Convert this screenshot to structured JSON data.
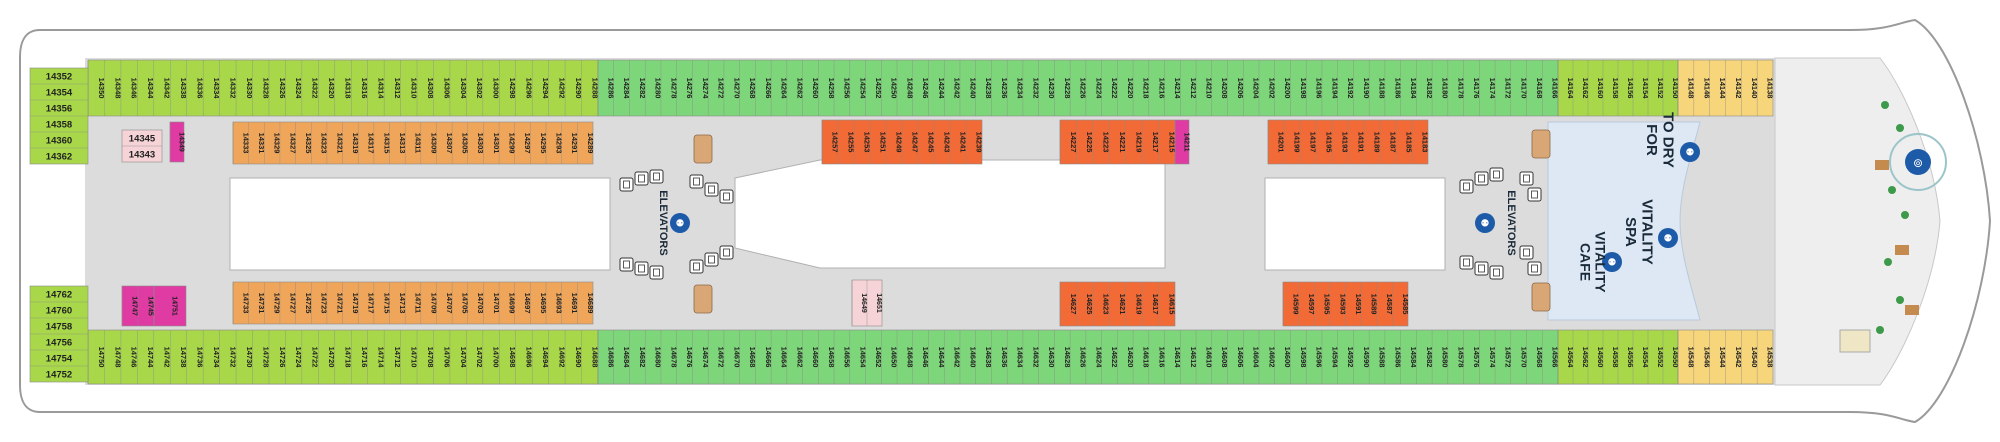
{
  "colors": {
    "balcony": "#a8d84a",
    "ocean_view_green": "#7ed67a",
    "suite": "#f7d57a",
    "interior_orange": "#f0a65a",
    "interior_red": "#f26a36",
    "accessible_magenta": "#e03aa3",
    "pink": "#f6d3d6",
    "spa": "#dde8f4",
    "hull": "#dcdcdc",
    "icon_blue": "#1d5aa8"
  },
  "labels": {
    "elevators_fwd": "ELEVATORS",
    "elevators_aft": "ELEVATORS",
    "to_dry_for": "TO DRY FOR",
    "vitality_spa": "VITALITY SPA",
    "vitality_cafe": "VITALITY CAFE"
  },
  "left_blocks": {
    "top": [
      "14352",
      "14354",
      "14356",
      "14358",
      "14360",
      "14362"
    ],
    "bottom": [
      "14762",
      "14760",
      "14758",
      "14756",
      "14754",
      "14752"
    ]
  },
  "small_cabins": {
    "a": [
      "14345",
      "14343"
    ],
    "b": [
      "14349"
    ],
    "c": [
      "14747",
      "14745"
    ],
    "d": [
      "14751"
    ],
    "e": [
      "14649",
      "14651"
    ]
  },
  "top_row": {
    "lime": [
      "14350",
      "14348",
      "14346",
      "14344",
      "14342",
      "14338",
      "14336",
      "14334",
      "14332",
      "14330",
      "14328",
      "14326",
      "14324",
      "14322",
      "14320",
      "14318",
      "14316",
      "14314",
      "14312",
      "14310",
      "14308",
      "14306",
      "14304",
      "14302",
      "14300",
      "14298",
      "14296",
      "14294",
      "14292",
      "14290",
      "14288"
    ],
    "green": [
      "14286",
      "14284",
      "14282",
      "14280",
      "14278",
      "14276",
      "14274",
      "14272",
      "14270",
      "14268",
      "14266",
      "14264",
      "14262",
      "14260",
      "14258",
      "14256",
      "14254",
      "14252",
      "14250",
      "14248",
      "14246",
      "14244",
      "14242",
      "14240",
      "14238",
      "14236",
      "14234",
      "14232",
      "14230",
      "14228",
      "14226",
      "14224",
      "14222",
      "14220",
      "14218",
      "14216",
      "14214",
      "14212",
      "14210",
      "14208",
      "14206",
      "14204",
      "14202",
      "14200",
      "14198",
      "14196",
      "14194",
      "14192",
      "14190",
      "14188",
      "14186",
      "14184",
      "14182",
      "14180",
      "14178",
      "14176",
      "14174",
      "14172",
      "14170",
      "14168",
      "14166"
    ],
    "lime2": [
      "14164",
      "14162",
      "14160",
      "14158",
      "14156",
      "14154",
      "14152",
      "14150"
    ],
    "suite": [
      "14148",
      "14146",
      "14144",
      "14142",
      "14140",
      "14138"
    ]
  },
  "bottom_row": {
    "lime": [
      "14750",
      "14748",
      "14746",
      "14744",
      "14742",
      "14738",
      "14736",
      "14734",
      "14732",
      "14730",
      "14728",
      "14726",
      "14724",
      "14722",
      "14720",
      "14718",
      "14716",
      "14714",
      "14712",
      "14710",
      "14708",
      "14706",
      "14704",
      "14702",
      "14700",
      "14698",
      "14696",
      "14694",
      "14692",
      "14690",
      "14688"
    ],
    "green": [
      "14686",
      "14684",
      "14682",
      "14680",
      "14678",
      "14676",
      "14674",
      "14672",
      "14670",
      "14668",
      "14666",
      "14664",
      "14662",
      "14660",
      "14658",
      "14656",
      "14654",
      "14652",
      "14650",
      "14648",
      "14646",
      "14644",
      "14642",
      "14640",
      "14638",
      "14636",
      "14634",
      "14632",
      "14630",
      "14628",
      "14626",
      "14624",
      "14622",
      "14620",
      "14618",
      "14616",
      "14614",
      "14612",
      "14610",
      "14608",
      "14606",
      "14604",
      "14602",
      "14600",
      "14598",
      "14596",
      "14594",
      "14592",
      "14590",
      "14588",
      "14586",
      "14584",
      "14582",
      "14580",
      "14578",
      "14576",
      "14574",
      "14572",
      "14570",
      "14568",
      "14566"
    ],
    "lime2": [
      "14564",
      "14562",
      "14560",
      "14558",
      "14556",
      "14554",
      "14552",
      "14550"
    ],
    "suite": [
      "14548",
      "14546",
      "14544",
      "14542",
      "14540",
      "14538"
    ]
  },
  "interior_top": {
    "orange": [
      "14333",
      "14331",
      "14329",
      "14327",
      "14325",
      "14323",
      "14321",
      "14319",
      "14317",
      "14315",
      "14313",
      "14311",
      "14309",
      "14307",
      "14305",
      "14303",
      "14301",
      "14299",
      "14297",
      "14295",
      "14293",
      "14291",
      "14289"
    ],
    "red_a": [
      "14257",
      "14255",
      "14253",
      "14251",
      "14249",
      "14247",
      "14245",
      "14243",
      "14241",
      "14239"
    ],
    "red_b": [
      "14227",
      "14225",
      "14223",
      "14221",
      "14219",
      "14217",
      "14215"
    ],
    "magenta": [
      "14211"
    ],
    "red_c": [
      "14201",
      "14199",
      "14197",
      "14195",
      "14193",
      "14191",
      "14189",
      "14187",
      "14185",
      "14183"
    ]
  },
  "interior_bottom": {
    "magenta": [
      "14747",
      "14745"
    ],
    "orange": [
      "14733",
      "14731",
      "14729",
      "14727",
      "14725",
      "14723",
      "14721",
      "14719",
      "14717",
      "14715",
      "14713",
      "14711",
      "14709",
      "14707",
      "14705",
      "14703",
      "14701",
      "14699",
      "14697",
      "14695",
      "14693",
      "14691",
      "14689"
    ],
    "red_b": [
      "14627",
      "14625",
      "14623",
      "14621",
      "14619",
      "14617",
      "14615"
    ],
    "red_c": [
      "14599",
      "14597",
      "14595",
      "14593",
      "14591",
      "14589",
      "14587",
      "14585"
    ]
  }
}
